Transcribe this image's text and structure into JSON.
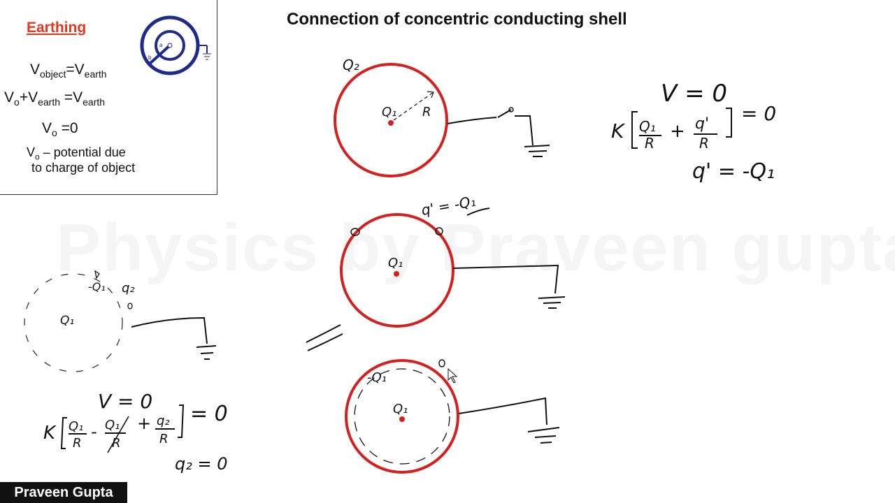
{
  "title": "Connection of concentric conducting shell",
  "watermark": "Physics by Praveen gupta",
  "presenter": "Praveen Gupta",
  "colors": {
    "shell": "#d42020",
    "charge_dot": "#d42020",
    "heading": "#e0391e",
    "icon_blue": "#1f2a8a",
    "ink": "#111111"
  },
  "panel": {
    "heading": "Earthing",
    "eq1": {
      "v1": "V",
      "s1": "object",
      "mid": "=V",
      "s2": "earth"
    },
    "eq2": {
      "v1": "V",
      "s1": "o",
      "mid": "+V",
      "s2": "earth",
      "mid2": " =V",
      "s3": "earth"
    },
    "eq3": {
      "v1": "V",
      "s1": "o",
      "mid": " =0"
    },
    "note_line1": "V",
    "note_sub": "o",
    "note_rest": " – potential due",
    "note_line2": "to charge of object",
    "icon_label_a": "a",
    "icon_label_b": "b"
  },
  "notes": {
    "top_q2": "Q₂",
    "top_q1": "Q₁",
    "top_r": "R",
    "mid_q1": "Q₁",
    "mid_q_prime": "q' = -Q₁",
    "bot_q1_inner": "Q₁",
    "bot_neg_q1": "-Q₁",
    "left_q1": "Q₁",
    "left_neg_q1": "-Q₁",
    "left_q2": "q₂",
    "right_v": "V = 0",
    "right_eq_k": "K",
    "right_eq_a_num": "Q₁",
    "right_eq_a_den": "R",
    "right_eq_plus": "+",
    "right_eq_b_num": "q'",
    "right_eq_b_den": "R",
    "right_eq_zero": "= 0",
    "right_result": "q' = -Q₁",
    "left_v": "V = 0",
    "left_eq_k": "K",
    "left_eq_a_num": "Q₁",
    "left_eq_a_den": "R",
    "left_eq_minus": "-",
    "left_eq_b_num": "Q₁",
    "left_eq_b_den": "R",
    "left_eq_plus": "+",
    "left_eq_c_num": "q₂",
    "left_eq_c_den": "R",
    "left_eq_zero": "= 0",
    "left_result": "q₂ = 0"
  }
}
